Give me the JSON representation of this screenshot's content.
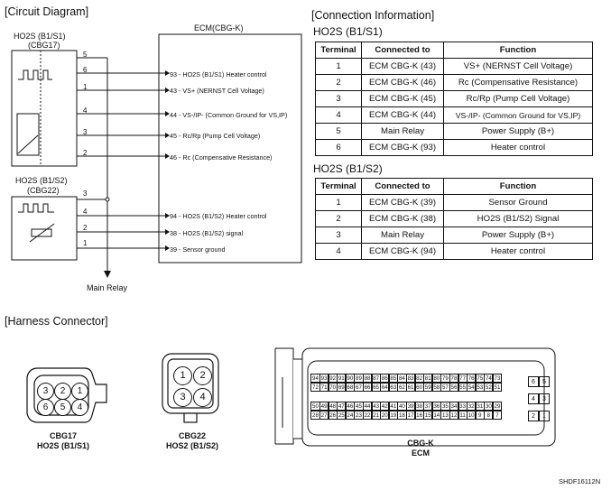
{
  "circuit": {
    "title": "[Circuit Diagram]",
    "ecm_label": "ECM(CBG-K)",
    "sensor1": {
      "name": "HO2S (B1/S1)",
      "connector": "(CBG17)",
      "pins": [
        "5",
        "6",
        "1",
        "4",
        "3",
        "2"
      ]
    },
    "sensor2": {
      "name": "HO2S (B1/S2)",
      "connector": "(CBG22)",
      "pins": [
        "3",
        "4",
        "2",
        "1"
      ]
    },
    "ecm_pins": [
      {
        "num": "93",
        "label": "- HO2S (B1/S1) Heater control"
      },
      {
        "num": "43",
        "label": "- VS+ (NERNST Cell Voltage)"
      },
      {
        "num": "44",
        "label": "- VS-/IP- (Common Ground for VS,IP)"
      },
      {
        "num": "45",
        "label": "- Rc/Rp (Pump Cell Voltage)"
      },
      {
        "num": "46",
        "label": "- Rc (Compensative Resistance)"
      },
      {
        "num": "94",
        "label": "- HO2S (B1/S2) Heater control"
      },
      {
        "num": "38",
        "label": "- HO2S (B1/S2) signal"
      },
      {
        "num": "39",
        "label": "- Sensor ground"
      }
    ],
    "main_relay": "Main Relay"
  },
  "connection": {
    "title": "[Connection Information]",
    "table1": {
      "title": "HO2S (B1/S1)",
      "headers": [
        "Terminal",
        "Connected to",
        "Function"
      ],
      "rows": [
        [
          "1",
          "ECM CBG-K (43)",
          "VS+ (NERNST Cell Voltage)"
        ],
        [
          "2",
          "ECM CBG-K (46)",
          "Rc (Compensative Resistance)"
        ],
        [
          "3",
          "ECM CBG-K (45)",
          "Rc/Rp (Pump Cell Voltage)"
        ],
        [
          "4",
          "ECM CBG-K (44)",
          "VS-/IP- (Common Ground for VS,IP)"
        ],
        [
          "5",
          "Main Relay",
          "Power Supply (B+)"
        ],
        [
          "6",
          "ECM CBG-K (93)",
          "Heater control"
        ]
      ]
    },
    "table2": {
      "title": "HO2S (B1/S2)",
      "headers": [
        "Terminal",
        "Connected to",
        "Function"
      ],
      "rows": [
        [
          "1",
          "ECM CBG-K (39)",
          "Sensor Ground"
        ],
        [
          "2",
          "ECM CBG-K (38)",
          "HO2S (B1/S2) Signal"
        ],
        [
          "3",
          "Main Relay",
          "Power Supply (B+)"
        ],
        [
          "4",
          "ECM CBG-K (94)",
          "Heater control"
        ]
      ]
    }
  },
  "harness": {
    "title": "[Harness Connector]",
    "cbg17": {
      "line1": "CBG17",
      "line2": "HO2S (B1/S1)",
      "pins": [
        "3",
        "2",
        "1",
        "6",
        "5",
        "4"
      ]
    },
    "cbg22": {
      "line1": "CBG22",
      "line2": "HOS2 (B1/S2)",
      "pins": [
        "1",
        "2",
        "3",
        "4"
      ]
    },
    "cbgk": {
      "line1": "CBG-K",
      "line2": "ECM",
      "row1": [
        "94",
        "93",
        "92",
        "91",
        "90",
        "89",
        "88",
        "87",
        "86",
        "85",
        "84",
        "83",
        "82",
        "81",
        "80",
        "79",
        "78",
        "77",
        "76",
        "75",
        "74",
        "73"
      ],
      "row2": [
        "72",
        "71",
        "70",
        "69",
        "68",
        "67",
        "66",
        "65",
        "64",
        "63",
        "62",
        "61",
        "60",
        "59",
        "58",
        "57",
        "56",
        "55",
        "54",
        "53",
        "52",
        "51"
      ],
      "row3": [
        "50",
        "49",
        "48",
        "47",
        "46",
        "45",
        "44",
        "43",
        "42",
        "41",
        "40",
        "39",
        "38",
        "37",
        "36",
        "35",
        "34",
        "33",
        "32",
        "31",
        "30",
        "29"
      ],
      "row4": [
        "28",
        "27",
        "26",
        "25",
        "24",
        "23",
        "22",
        "21",
        "20",
        "19",
        "18",
        "17",
        "16",
        "15",
        "14",
        "13",
        "12",
        "11",
        "10",
        "9",
        "8",
        "7"
      ],
      "side": [
        "6",
        "5",
        "4",
        "3",
        "2",
        "1"
      ]
    }
  },
  "footer_code": "SHDF16112N"
}
